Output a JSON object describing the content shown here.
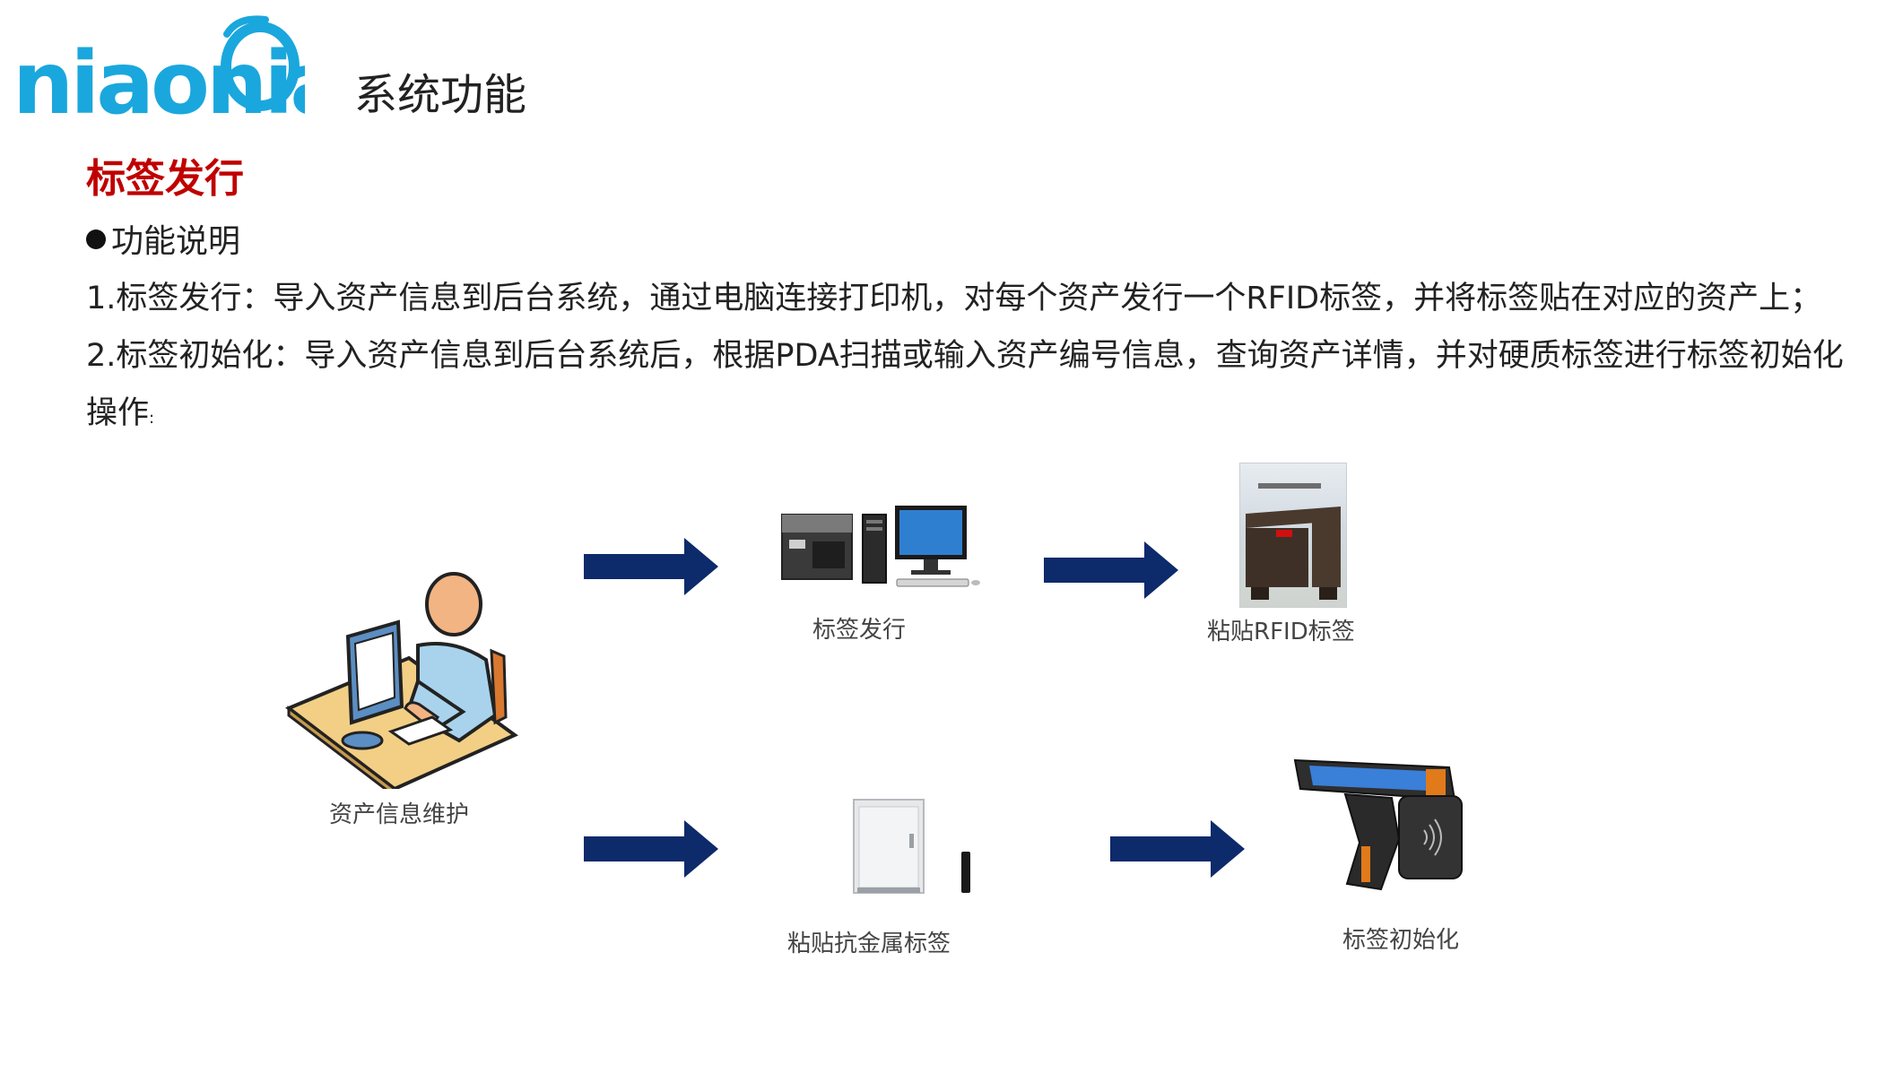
{
  "header": {
    "logo_text": "niaonia",
    "title": "系统功能"
  },
  "section": {
    "title": "标签发行",
    "bullet": "功能说明",
    "paragraphs": [
      "1.标签发行：导入资产信息到后台系统，通过电脑连接打印机，对每个资产发行一个RFID标签，并将标签贴在对应的资产上；",
      "2.标签初始化：导入资产信息到后台系统后，根据PDA扫描或输入资产编号信息，查询资产详情，并对硬质标签进行标签初始化",
      "操作"
    ],
    "p3_tail": ":"
  },
  "flow": {
    "start": {
      "label": "资产信息维护"
    },
    "top_row": [
      {
        "label": "标签发行"
      },
      {
        "label": "粘贴RFID标签"
      }
    ],
    "bottom_row": [
      {
        "label": "粘贴抗金属标签"
      },
      {
        "label": "标签初始化"
      }
    ]
  },
  "colors": {
    "accent_red": "#c00000",
    "arrow_navy": "#0d2a6b",
    "logo_cyan": "#1aa7dd"
  }
}
